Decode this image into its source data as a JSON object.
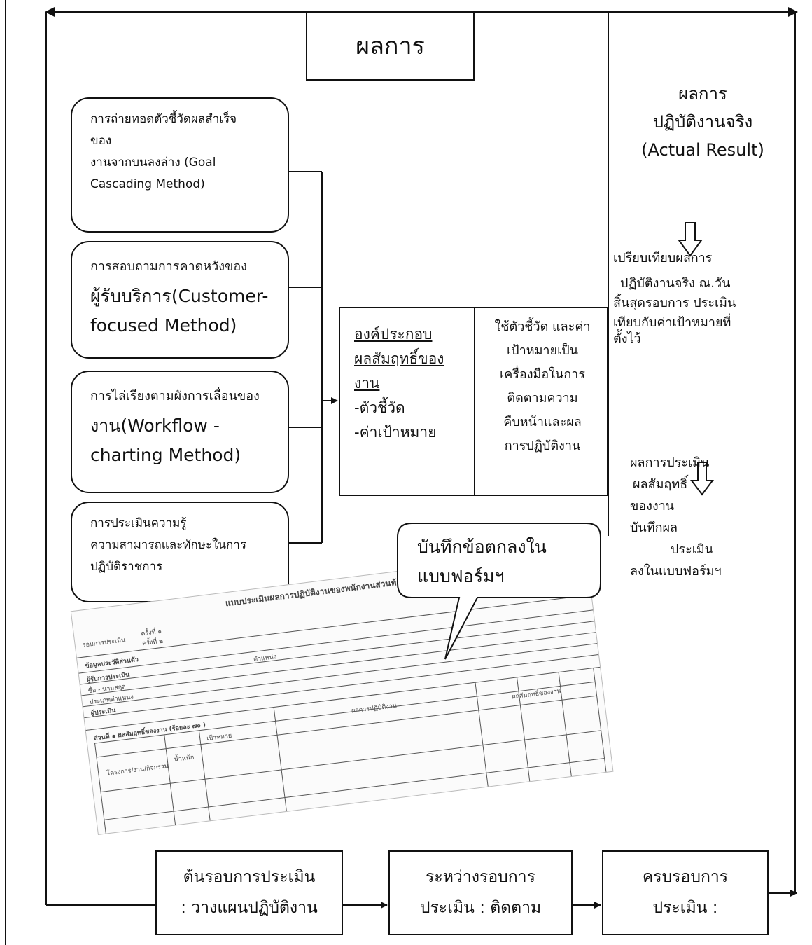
{
  "title": "ผลการ",
  "input_boxes": [
    {
      "lines": [
        "การถ่ายทอดตัวชี้วัดผลสำเร็จ",
        "ของ",
        "งานจากบนลงล่าง (Goal",
        "Cascading Method)"
      ]
    },
    {
      "lines": [
        "การสอบถามการคาดหวังของ",
        "ผู้รับบริการ(Customer-",
        "focused Method)"
      ]
    },
    {
      "lines": [
        "การไล่เรียงตามผังการเลื่อนของ",
        "งาน(Workflow -",
        "charting Method)"
      ]
    },
    {
      "lines": [
        "การประเมินความรู้",
        "ความสามารถและทักษะในการ",
        "ปฏิบัติราชการ"
      ]
    }
  ],
  "component_box": {
    "heading_lines": [
      "องค์ประกอบ",
      "ผลสัมฤทธิ์ของ",
      "งาน"
    ],
    "items": [
      "-ตัวชี้วัด",
      "-ค่าเป้าหมาย"
    ]
  },
  "monitor_box": {
    "lines": [
      "ใช้ตัวชี้วัด และค่า",
      "เป้าหมายเป็น",
      "เครื่องมือในการ",
      "ติดตามความ",
      "คืบหน้าและผล",
      "การปฏิบัติงาน"
    ]
  },
  "actual_result": {
    "lines": [
      "ผลการ",
      "ปฏิบัติงานจริง",
      "(Actual Result)"
    ]
  },
  "compare_text": {
    "lines": [
      "เปรียบเทียบผลการ",
      "ปฏิบัติงานจริง ณ.วัน",
      "สิ้นสุดรอบการ   ประเมิน",
      "เทียบกับค่าเป้าหมายที่",
      "ตั้งไว้"
    ]
  },
  "record_text": {
    "lines": [
      "ผลการประเมิน",
      "ผลสัมฤทธิ์",
      "ของงาน",
      "บันทึกผล",
      "ประเมิน",
      "ลงในแบบฟอร์มฯ"
    ]
  },
  "callout": {
    "lines": [
      "บันทึกข้อตกลงใน",
      "แบบฟอร์มฯ"
    ]
  },
  "form_image": {
    "title": "แบบประเมินผลการปฏิบัติงานของพนักงานส่วนท้องถิ่น",
    "labels": [
      "รอบการประเมิน",
      "ครั้งที่ ๑",
      "ครั้งที่ ๒",
      "ข้อมูลประวัติส่วนตัว",
      "ผู้รับการประเมิน",
      "ชื่อ - นามสกุล",
      "ประเภทตำแหน่ง",
      "ผู้ประเมิน",
      "ตำแหน่ง",
      "ส่วนที่ ๑ ผลสัมฤทธิ์ของงาน (ร้อยละ ๗๐ )",
      "โครงการ/งาน/กิจกรรม",
      "น้ำหนัก",
      "เป้าหมาย",
      "ผลการปฏิบัติงาน",
      "ผลสัมฤทธิ์ของงาน"
    ]
  },
  "stages": [
    {
      "lines": [
        "ต้นรอบการประเมิน",
        ": วางแผนปฏิบัติงาน"
      ]
    },
    {
      "lines": [
        "ระหว่างรอบการ",
        "ประเมิน : ติดตาม"
      ]
    },
    {
      "lines": [
        "ครบรอบการ",
        "ประเมิน :"
      ]
    }
  ]
}
